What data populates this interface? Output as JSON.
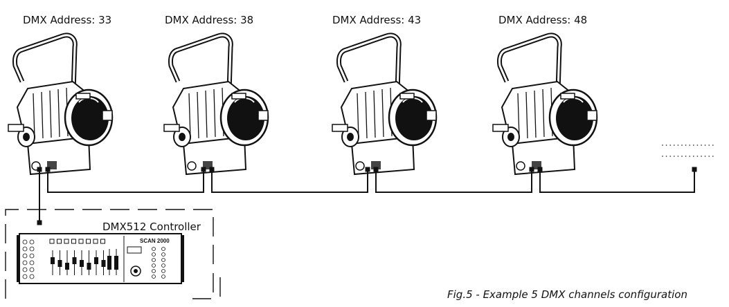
{
  "fixtures": [
    {
      "address_label": "DMX Address: 33"
    },
    {
      "address_label": "DMX Address: 38"
    },
    {
      "address_label": "DMX Address: 43"
    },
    {
      "address_label": "DMX Address: 48"
    }
  ],
  "controller": {
    "label": "DMX512 Controller",
    "panel_brand": "SCAN 2000"
  },
  "caption": "Fig.5 - Example 5 DMX channels configuration",
  "colors": {
    "line": "#111111",
    "background": "#ffffff"
  }
}
